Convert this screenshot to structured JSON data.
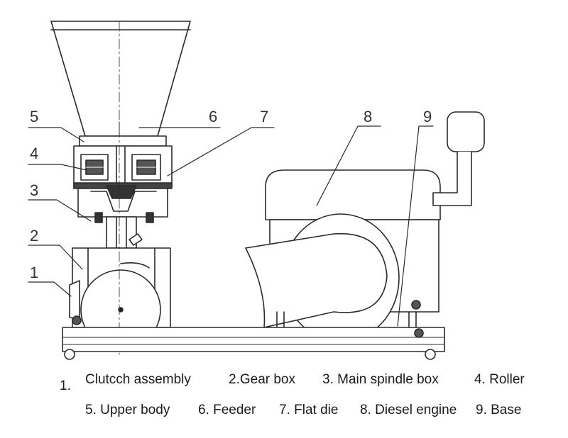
{
  "callouts": [
    "5",
    "4",
    "3",
    "2",
    "1",
    "6",
    "7",
    "8",
    "9"
  ],
  "legend": {
    "lead_number": "1.",
    "line1": [
      "Clutcch assembly",
      "2.Gear box",
      "3. Main spindle box",
      "4. Roller"
    ],
    "line2": [
      "5. Upper body",
      "6. Feeder",
      "7. Flat die",
      "8. Diesel engine",
      "9. Base"
    ]
  },
  "colors": {
    "line": "#2a2a2a",
    "background": "#ffffff"
  }
}
